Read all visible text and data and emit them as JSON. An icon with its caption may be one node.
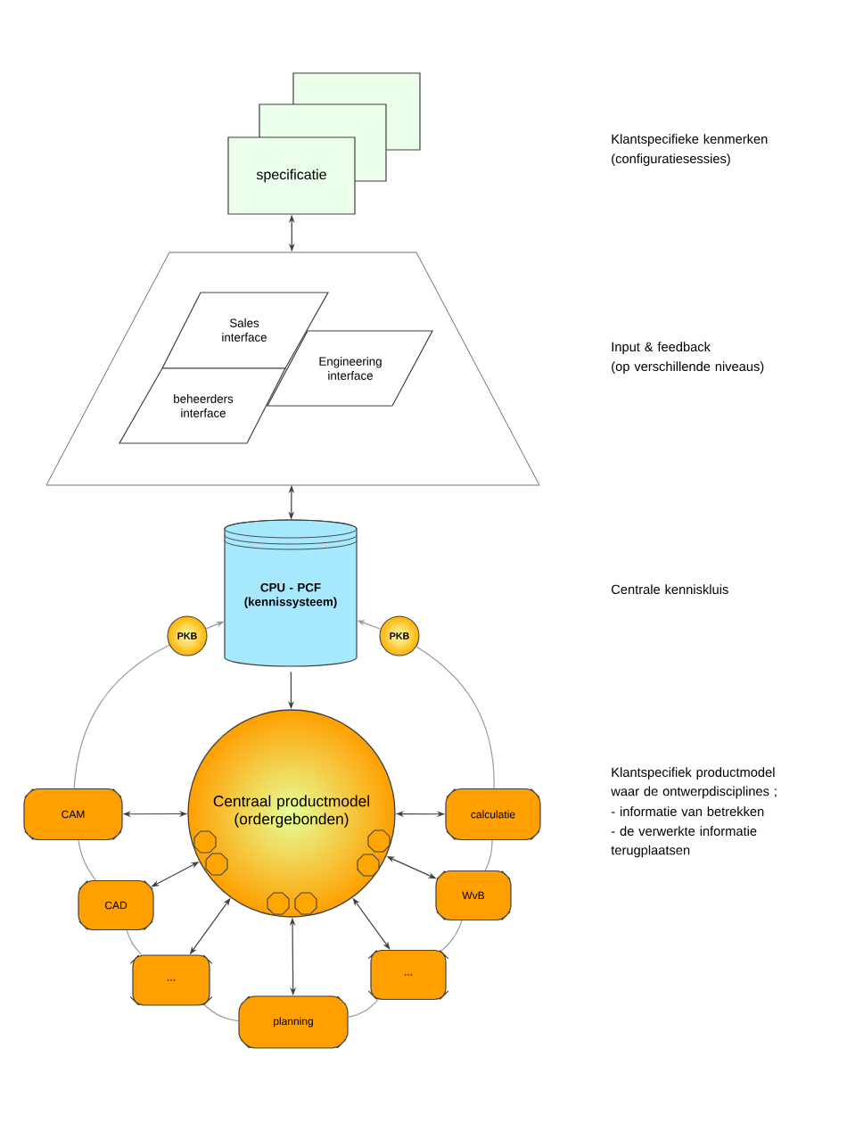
{
  "diagram": {
    "nodes": [
      {
        "text": [
          "specificatie"
        ]
      },
      {
        "text": [],
        "shape": "trapezoid"
      },
      {
        "text": [
          "Sales interface"
        ],
        "in": 1
      },
      {
        "text": [
          "beheerders interface"
        ],
        "in": 1
      },
      {
        "text": [
          "Engineering interface"
        ],
        "in": 1
      },
      {
        "text": [
          "CPU - PCF (kennissysteem)"
        ]
      },
      {
        "text": [
          "PKB"
        ]
      },
      {
        "text": [
          "PKB"
        ]
      },
      {
        "text": [
          "Centraal productmodel (ordergebonden)"
        ]
      },
      {
        "text": [],
        "shape": "circle",
        "in": 8
      },
      {
        "text": [],
        "shape": "circle",
        "in": 8
      },
      {
        "text": [],
        "shape": "circle",
        "in": 8
      },
      {
        "text": [],
        "shape": "circle",
        "in": 8
      },
      {
        "text": [],
        "shape": "circle",
        "in": 8
      },
      {
        "text": [],
        "shape": "circle",
        "in": 8
      },
      {
        "text": [
          "CAM"
        ]
      },
      {
        "text": [
          "calculatie"
        ]
      },
      {
        "text": [
          "CAD"
        ]
      },
      {
        "text": [
          "WvB"
        ]
      },
      {
        "text": [
          "..."
        ]
      },
      {
        "text": [
          "..."
        ]
      },
      {
        "text": [
          "planning"
        ]
      }
    ],
    "edges": [
      {
        "from": 0,
        "to": 1,
        "arrow": "both"
      },
      {
        "from": 1,
        "to": 5,
        "arrow": "both"
      },
      {
        "from": 5,
        "to": 8,
        "arrow": "to"
      },
      {
        "from": 6,
        "to": 5,
        "arrow": "to",
        "color": "#999999"
      },
      {
        "from": 7,
        "to": 5,
        "arrow": "to",
        "color": "#999999"
      },
      {
        "from": 15,
        "to": 8,
        "arrow": "both"
      },
      {
        "from": 8,
        "to": 16,
        "arrow": "both"
      },
      {
        "from": 17,
        "to": 8,
        "arrow": "both"
      },
      {
        "from": 8,
        "to": 18,
        "arrow": "both"
      },
      {
        "from": 19,
        "to": 8,
        "arrow": "both"
      },
      {
        "from": 8,
        "to": 20,
        "arrow": "both"
      },
      {
        "from": 21,
        "to": 8,
        "arrow": "both"
      },
      {
        "from": 6,
        "to": 15,
        "arrow": "none",
        "color": "#999999"
      },
      {
        "from": 15,
        "to": 17,
        "arrow": "none",
        "color": "#999999"
      },
      {
        "from": 17,
        "to": 19,
        "arrow": "none",
        "color": "#999999"
      },
      {
        "from": 19,
        "to": 21,
        "arrow": "none",
        "color": "#999999"
      },
      {
        "from": 21,
        "to": 20,
        "arrow": "none",
        "color": "#999999"
      },
      {
        "from": 20,
        "to": 18,
        "arrow": "none",
        "color": "#999999"
      },
      {
        "from": 18,
        "to": 16,
        "arrow": "none",
        "color": "#999999"
      },
      {
        "from": 16,
        "to": 7,
        "arrow": "none",
        "color": "#999999"
      }
    ],
    "labels": [
      "Klantspecifieke kenmerken",
      "(configuratiesessies)",
      "Input & feedback",
      "(op verschillende niveaus)",
      "Centrale kenniskluis",
      "Klantspecifiek productmodel waar de ontwerpdisciplines ;",
      "- informatie van betrekken",
      "- de verwerkte informatie terugplaatsen"
    ]
  }
}
